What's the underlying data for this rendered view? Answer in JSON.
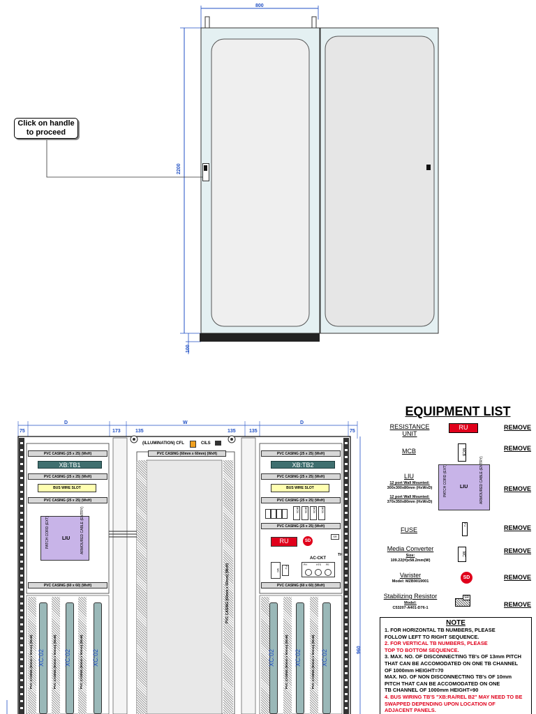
{
  "cabinet_view": {
    "width_dim": "800",
    "height_dim": "2200",
    "base_dim": "100",
    "callout": {
      "line1": "Click on handle",
      "line2": "to proceed"
    }
  },
  "layout_view": {
    "dim_top": {
      "left_margin": "75",
      "left_d": "D",
      "gap1": "173",
      "gap2": "135",
      "middle_w": "W",
      "gap3": "135",
      "gap4": "135",
      "right_d": "D",
      "right_margin": "75"
    },
    "right_height_dim": "960",
    "illumination": "(ILLUMINATION) CFL",
    "cils": "CILS",
    "pvc_small": "PVC CASING (25 x 25) (WxH)",
    "pvc_large": "PVC CASING (60 x 60) (WxH)",
    "pvc_mid": "PVC CASING (60mm x 60mm) (WxH)",
    "tb_left": "XB:TB1",
    "tb_right": "XB:TB2",
    "bus_wire_slot": "BUS WIRE SLOT",
    "liu_label": "LIU",
    "patch_cord": "PATCH CORD (EXT)",
    "armoured": "ARMOURED CABLE (ENTRY)",
    "xc": "XC:02",
    "pvc_vertical": "PVC CASING (60mm x 60mm) (WxH)",
    "ru": "RU",
    "sd": "SD",
    "ac_ckt": "AC-CKT",
    "th": "TH",
    "mcb": "MCB",
    "sr": "SR",
    "mc": "MC",
    "fu": "FU",
    "hts": "HTS",
    "ph": "PH",
    "n": "N",
    "pe": "PE"
  },
  "equipment_list": {
    "title": "EQUIPMENT LIST",
    "remove_label": "REMOVE",
    "items": [
      {
        "label": "RESISTANCE UNIT",
        "symbol": "RU"
      },
      {
        "label": "MCB",
        "symbol": "MCB"
      },
      {
        "label": "LIU",
        "sub1": "12 port Wall Mounted:",
        "sub2": "300x300x80mm (HxWxD)",
        "sub3": "12 port Wall Mounted:",
        "sub4": "370x350x80mm (HxWxD)",
        "symbol": "LIU"
      },
      {
        "label": "FUSE",
        "symbol": "FU"
      },
      {
        "label": "Media Converter",
        "sub1": "Size:",
        "sub2": "109.22(H)x58.2mm(W)",
        "symbol": "MC"
      },
      {
        "label": "Varister",
        "sub1": "Model: MZB9019001",
        "symbol": "SD"
      },
      {
        "label": "Stabilizing Resistor",
        "sub1": "Model:",
        "sub2": "C53207-A401-D76-1",
        "symbol": "SR"
      }
    ]
  },
  "note": {
    "title": "NOTE",
    "lines": [
      {
        "text": "1. FOR HORIZONTAL TB NUMBERS, PLEASE",
        "red": false
      },
      {
        "text": "FOLLOW LEFT TO RIGHT SEQUENCE.",
        "red": false
      },
      {
        "text": "2. FOR VERTICAL TB NUMBERS, PLEASE",
        "red": true
      },
      {
        "text": "TOP TO BOTTOM SEQUENCE.",
        "red": true
      },
      {
        "text": "3. MAX. NO. OF DISCONNECTING TB's OF 13mm PITCH",
        "red": false
      },
      {
        "text": "THAT CAN BE ACCOMODATED ON ONE TB CHANNEL",
        "red": false
      },
      {
        "text": "OF 1000mm HEIGHT=70",
        "red": false
      },
      {
        "text": "MAX. NO. OF NON DISCONNECTING TB's OF 10mm",
        "red": false
      },
      {
        "text": "PITCH THAT CAN BE ACCOMODATED ON ONE",
        "red": false
      },
      {
        "text": "TB CHANNEL OF 1000mm HEIGHT=90",
        "red": false
      },
      {
        "text": "4. BUS WIRING TB'S \"XB:RA/REL B2\" MAY NEED TO BE",
        "red": true
      },
      {
        "text": "SWAPPED DEPENDING UPON LOCATION OF",
        "red": true
      },
      {
        "text": "ADJACENT PANELS.",
        "red": true
      }
    ]
  },
  "colors": {
    "dim_blue": "#1f4fc4",
    "red": "#e0001b",
    "liu_purple": "#c8b4e8",
    "tb_teal": "#3f6f6f"
  }
}
